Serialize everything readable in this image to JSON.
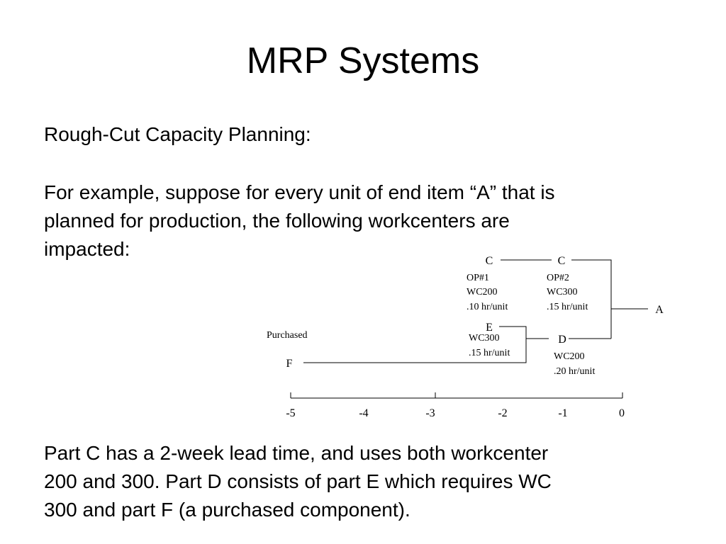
{
  "slide": {
    "title": "MRP Systems",
    "heading": "Rough-Cut Capacity Planning:",
    "intro_lines": [
      "For example, suppose for every unit of end item “A” that is",
      "planned for production, the following workcenters are",
      "impacted:"
    ],
    "summary_lines": [
      "Part C has a 2-week lead time, and uses both workcenter",
      "200 and 300.  Part D consists of part E which requires WC",
      "300 and part F (a purchased component)."
    ]
  },
  "diagram": {
    "nodes": {
      "c1": "C",
      "c2": "C",
      "a": "A",
      "e": "E",
      "d": "D",
      "f": "F",
      "purchased": "Purchased"
    },
    "details": {
      "op1": [
        "OP#1",
        "WC200",
        ".10 hr/unit"
      ],
      "op2": [
        "OP#2",
        "WC300",
        ".15 hr/unit"
      ],
      "e": [
        "WC300",
        ".15 hr/unit"
      ],
      "d": [
        "WC200",
        ".20 hr/unit"
      ]
    },
    "timeline": [
      "-5",
      "-4",
      "-3",
      "-2",
      "-1",
      "0"
    ]
  }
}
